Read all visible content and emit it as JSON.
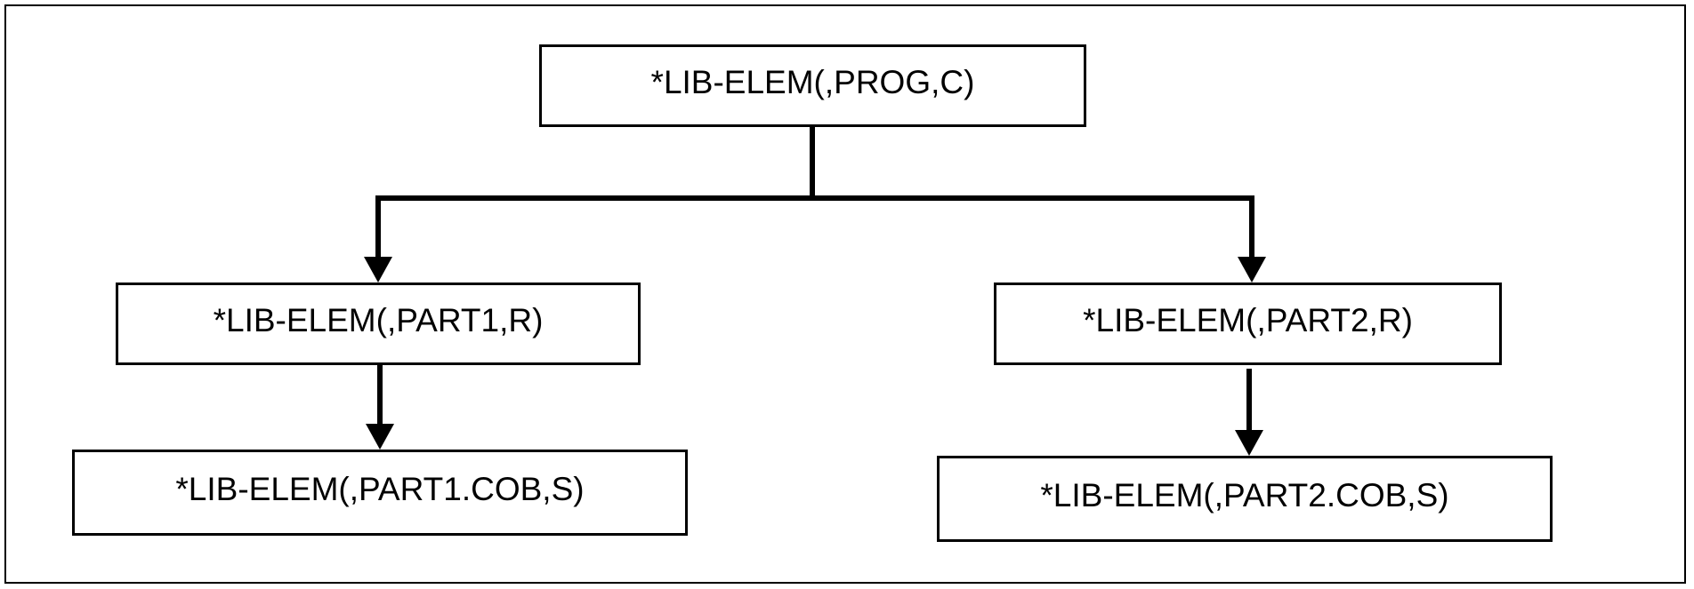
{
  "diagram": {
    "nodes": {
      "root": {
        "label": "*LIB-ELEM(,PROG,C)"
      },
      "part1": {
        "label": "*LIB-ELEM(,PART1,R)"
      },
      "part2": {
        "label": "*LIB-ELEM(,PART2,R)"
      },
      "cob1": {
        "label": "*LIB-ELEM(,PART1.COB,S)"
      },
      "cob2": {
        "label": "*LIB-ELEM(,PART2.COB,S)"
      }
    },
    "edges": [
      {
        "from": "root",
        "to": "part1"
      },
      {
        "from": "root",
        "to": "part2"
      },
      {
        "from": "part1",
        "to": "cob1"
      },
      {
        "from": "part2",
        "to": "cob2"
      }
    ],
    "colors": {
      "stroke": "#000000",
      "background": "#ffffff"
    }
  }
}
